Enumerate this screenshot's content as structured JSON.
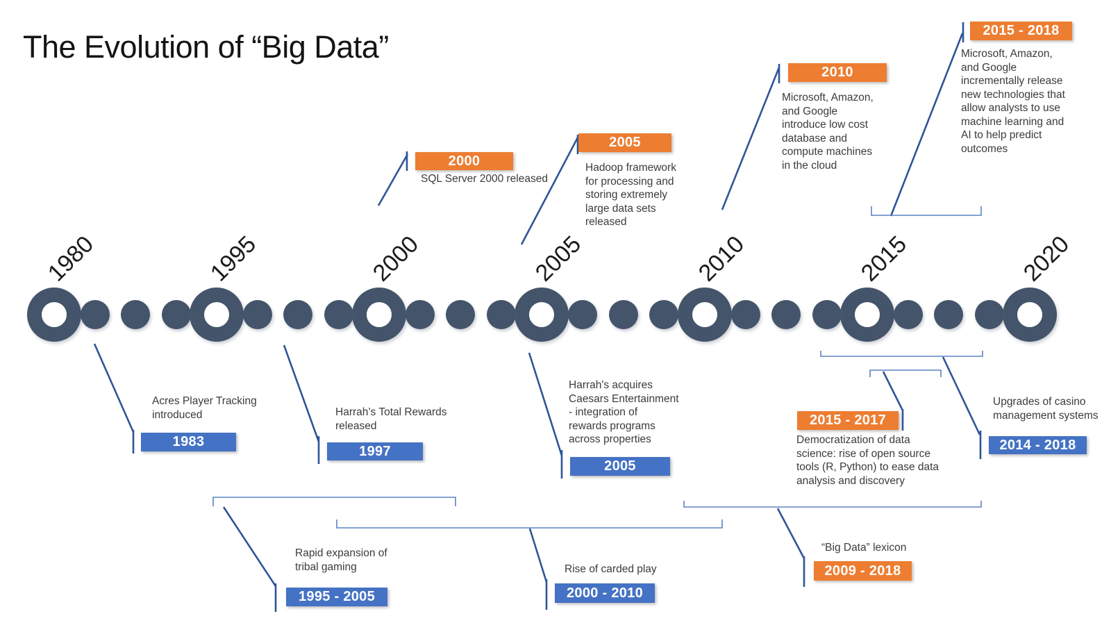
{
  "title": "The Evolution of “Big Data”",
  "colors": {
    "timeline_circles": "#44546A",
    "orange_badge": "#ED7D31",
    "blue_badge": "#4472C4",
    "connector_line": "#2F5597",
    "bracket_line": "#5B82C4",
    "note_text": "#3B3B3B"
  },
  "timeline": {
    "years": [
      "1980",
      "1995",
      "2000",
      "2005",
      "2010",
      "2015",
      "2020"
    ]
  },
  "annotations": {
    "sql2000": {
      "badge": "2000",
      "text": "SQL Server 2000 released"
    },
    "hadoop2005": {
      "badge": "2005",
      "text": "Hadoop framework\nfor processing and\nstoring extremely\nlarge data sets\nreleased"
    },
    "cloud2010": {
      "badge": "2010",
      "text": "Microsoft, Amazon,\nand Google\nintroduce low cost\ndatabase and\ncompute machines\nin the cloud"
    },
    "ml2015": {
      "badge": "2015 - 2018",
      "text": "Microsoft, Amazon,\nand Google\nincrementally release\nnew technologies that\nallow analysts to use\nmachine learning and\nAI to help predict\noutcomes"
    },
    "acres1983": {
      "badge": "1983",
      "text": "Acres Player Tracking\nintroduced"
    },
    "harrahs1997": {
      "badge": "1997",
      "text": "Harrah’s Total Rewards\nreleased"
    },
    "caesars2005": {
      "badge": "2005",
      "text": "Harrah's acquires\nCaesars Entertainment\n- integration of\nrewards programs\nacross properties"
    },
    "datascience": {
      "badge": "2015 - 2017",
      "text": "Democratization of data\nscience: rise of open source\ntools (R, Python) to ease data\nanalysis and discovery"
    },
    "casino2014": {
      "badge": "2014 - 2018",
      "text": "Upgrades of casino\nmanagement systems"
    },
    "tribal": {
      "badge": "1995 - 2005",
      "text": "Rapid expansion of\ntribal gaming"
    },
    "carded": {
      "badge": "2000 - 2010",
      "text": "Rise of carded play"
    },
    "lexicon": {
      "badge": "2009 - 2018",
      "text": "“Big Data” lexicon"
    }
  }
}
